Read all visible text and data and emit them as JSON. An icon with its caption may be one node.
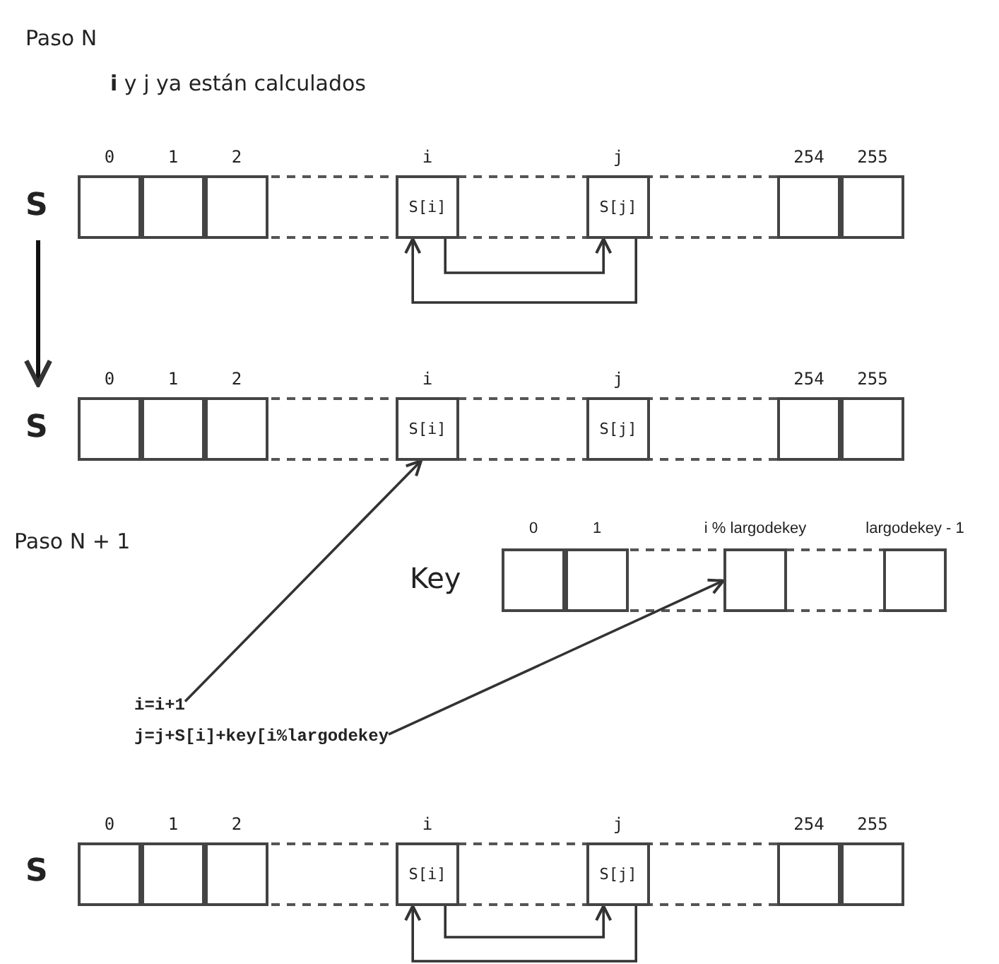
{
  "diagram": {
    "nodes": [
      {
        "text": [],
        "shape": "box",
        "beside": [
          "0"
        ]
      },
      {
        "text": [],
        "shape": "box",
        "beside": [
          "1"
        ]
      },
      {
        "text": [],
        "shape": "box",
        "beside": [
          "2"
        ]
      },
      {
        "text": [
          "S[i]"
        ],
        "beside": [
          "i"
        ]
      },
      {
        "text": [
          "S[j]"
        ],
        "beside": [
          "j"
        ]
      },
      {
        "text": [],
        "shape": "box",
        "beside": [
          "254"
        ]
      },
      {
        "text": [],
        "shape": "box",
        "beside": [
          "255"
        ]
      },
      {
        "text": [],
        "shape": "box",
        "beside": [
          "0"
        ]
      },
      {
        "text": [],
        "shape": "box",
        "beside": [
          "1"
        ]
      },
      {
        "text": [],
        "shape": "box",
        "beside": [
          "2"
        ]
      },
      {
        "text": [
          "S[i]"
        ],
        "beside": [
          "i"
        ]
      },
      {
        "text": [
          "S[j]"
        ],
        "beside": [
          "j"
        ]
      },
      {
        "text": [],
        "shape": "box",
        "beside": [
          "254"
        ]
      },
      {
        "text": [],
        "shape": "box",
        "beside": [
          "255"
        ]
      },
      {
        "text": [],
        "shape": "box",
        "beside": [
          "0"
        ]
      },
      {
        "text": [],
        "shape": "box",
        "beside": [
          "1"
        ]
      },
      {
        "text": [],
        "shape": "box",
        "beside": [
          "i % largodekey"
        ]
      },
      {
        "text": [],
        "shape": "box",
        "beside": [
          "largodekey - 1"
        ]
      },
      {
        "text": [
          "i=i+1"
        ]
      },
      {
        "text": [
          "j=j+S[i]+key[i%largodekey"
        ]
      },
      {
        "text": [],
        "shape": "box",
        "beside": [
          "0"
        ]
      },
      {
        "text": [],
        "shape": "box",
        "beside": [
          "1"
        ]
      },
      {
        "text": [],
        "shape": "box",
        "beside": [
          "2"
        ]
      },
      {
        "text": [
          "S[i]"
        ],
        "beside": [
          "i"
        ]
      },
      {
        "text": [
          "S[j]"
        ],
        "beside": [
          "j"
        ]
      },
      {
        "text": [],
        "shape": "box",
        "beside": [
          "254"
        ]
      },
      {
        "text": [],
        "shape": "box",
        "beside": [
          "255"
        ]
      }
    ],
    "edges": [
      {
        "from": 3,
        "to": 4,
        "arrow": "to"
      },
      {
        "from": 4,
        "to": 3,
        "arrow": "to"
      },
      {
        "from": 18,
        "to": 10,
        "arrow": "to"
      },
      {
        "from": 19,
        "to": 16,
        "arrow": "to"
      },
      {
        "from": 23,
        "to": 24,
        "arrow": "to"
      },
      {
        "from": 24,
        "to": 23,
        "arrow": "to"
      }
    ],
    "labels": [
      "Paso N",
      "**i** y j ya están calculados",
      "S",
      "S",
      "Paso N + 1",
      "Key",
      "S"
    ]
  }
}
